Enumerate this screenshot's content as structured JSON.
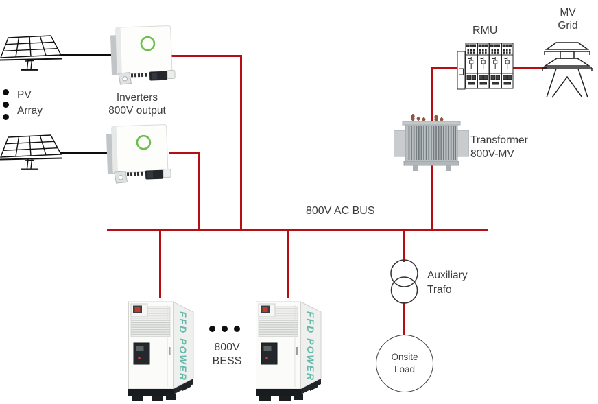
{
  "colors": {
    "wire_red": "#b80d12",
    "wire_black": "#0d0d0d",
    "text": "#3d3d3d",
    "bess_brand_teal": "#67b8ad",
    "inverter_ring_green": "#6cbf4a"
  },
  "nodes": {
    "pv_array": {
      "icon": "solar-panel-icon",
      "label_line1": "PV",
      "label_line2": "Array",
      "units_shown": 2,
      "more_units_dots": 3
    },
    "inverters": {
      "icon": "inverter-icon",
      "label_line1": "Inverters",
      "label_line2": "800V output",
      "units_shown": 2
    },
    "ac_bus": {
      "label": "800V AC BUS"
    },
    "bess": {
      "icon": "battery-cabinet-icon",
      "label_line1": "800V",
      "label_line2": "BESS",
      "units_shown": 2,
      "more_units_dots": 3,
      "brand_text": "FFD POWER"
    },
    "transformer": {
      "icon": "transformer-icon",
      "label_line1": "Transformer",
      "label_line2": "800V-MV"
    },
    "rmu": {
      "icon": "switchgear-icon",
      "label": "RMU"
    },
    "mv_grid": {
      "icon": "transmission-tower-icon",
      "label_line1": "MV",
      "label_line2": "Grid"
    },
    "aux_trafo": {
      "icon": "two-winding-transformer-icon",
      "label_line1": "Auxiliary",
      "label_line2": "Trafo"
    },
    "onsite_load": {
      "icon": "load-circle-icon",
      "label_line1": "Onsite",
      "label_line2": "Load"
    }
  }
}
